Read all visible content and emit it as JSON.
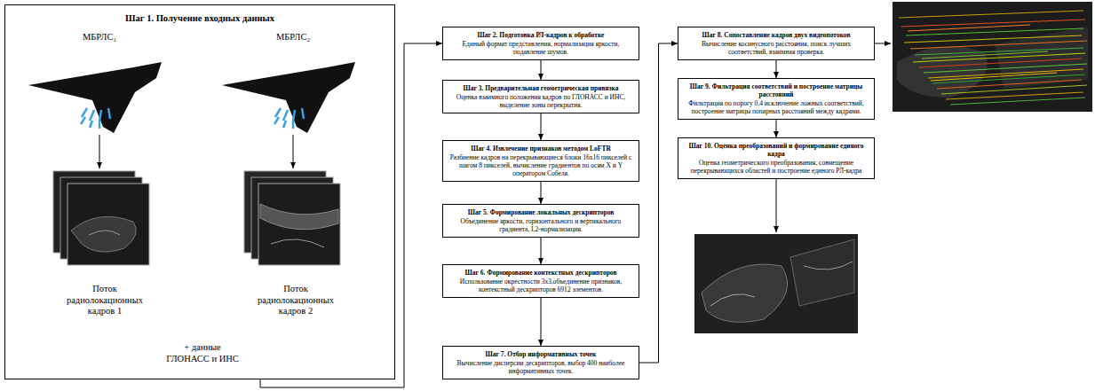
{
  "diagram": {
    "nodes": [
      {
        "text": [
          "Шаг 1. Получение входных данных"
        ]
      },
      {
        "text": [
          "Шаг 2. Подготовка РЛ-кадров к обработке",
          "Единый формат представления, нормализация яркости, подавление шумов."
        ]
      },
      {
        "text": [
          "Шаг 3. Предварительная геометрическая привязка",
          "Оценка взаимного положения кадров по ГЛОНАСС и ИНС, выделение зоны перекрытия."
        ]
      },
      {
        "text": [
          "Шаг 4. Извлечение признаков методом LoFTR",
          "Разбиение кадров на перекрывающиеся блоки 16x16 пикселей с шагом 8 пикселей, вычисление градиентов по осям X и Y оператором Собеля."
        ]
      },
      {
        "text": [
          "Шаг 5. Формирование локальных дескрипторов",
          "Объединение яркости, горизонтального и вертикального градиента, L2-нормализация."
        ]
      },
      {
        "text": [
          "Шаг 6. Формирование контекстных дескрипторов",
          "Использование окрестности 3x3,объединение признаков, контекстный дескрипторов 6912 элементов."
        ]
      },
      {
        "text": [
          "Шаг 7. Отбор информативных точек",
          "Вычисление дисперсии дескрипторов, выбор 400 наиболее информативных точек."
        ]
      },
      {
        "text": [
          "Шаг 8. Сопоставление кадров двух видеопотоков",
          "Вычисление косинусного расстояния, поиск лучших соответствий, взаимная проверка."
        ]
      },
      {
        "text": [
          "Шаг 9. Фильтрация соответствий и построение матрицы расстояний",
          "Фильтрация по порогу 0,4 исключение ложных соответствий, построение матрицы попарных расстояний между кадрами."
        ]
      },
      {
        "text": [
          "Шаг 10. Оценка преобразований и формирование единого кадра",
          "Оценка геометрического преобразования, совмещение перекрывающихся областей и построение единого РЛ-кадра"
        ]
      }
    ],
    "edges": [
      {
        "from": 0,
        "to": 1,
        "arrow": "to"
      },
      {
        "from": 1,
        "to": 2,
        "arrow": "to"
      },
      {
        "from": 2,
        "to": 3,
        "arrow": "to"
      },
      {
        "from": 3,
        "to": 4,
        "arrow": "to"
      },
      {
        "from": 4,
        "to": 5,
        "arrow": "to"
      },
      {
        "from": 5,
        "to": 6,
        "arrow": "to"
      },
      {
        "from": 6,
        "to": 7,
        "arrow": "to"
      },
      {
        "from": 7,
        "to": 8,
        "arrow": "to"
      },
      {
        "from": 8,
        "to": 9,
        "arrow": "to"
      }
    ],
    "labels": [
      "МБРЛС₁",
      "МБРЛС₂",
      "Поток радиолокационных кадров 1",
      "Поток радиолокационных кадров 2",
      "+ данные ГЛОНАСС и ИНС"
    ]
  }
}
